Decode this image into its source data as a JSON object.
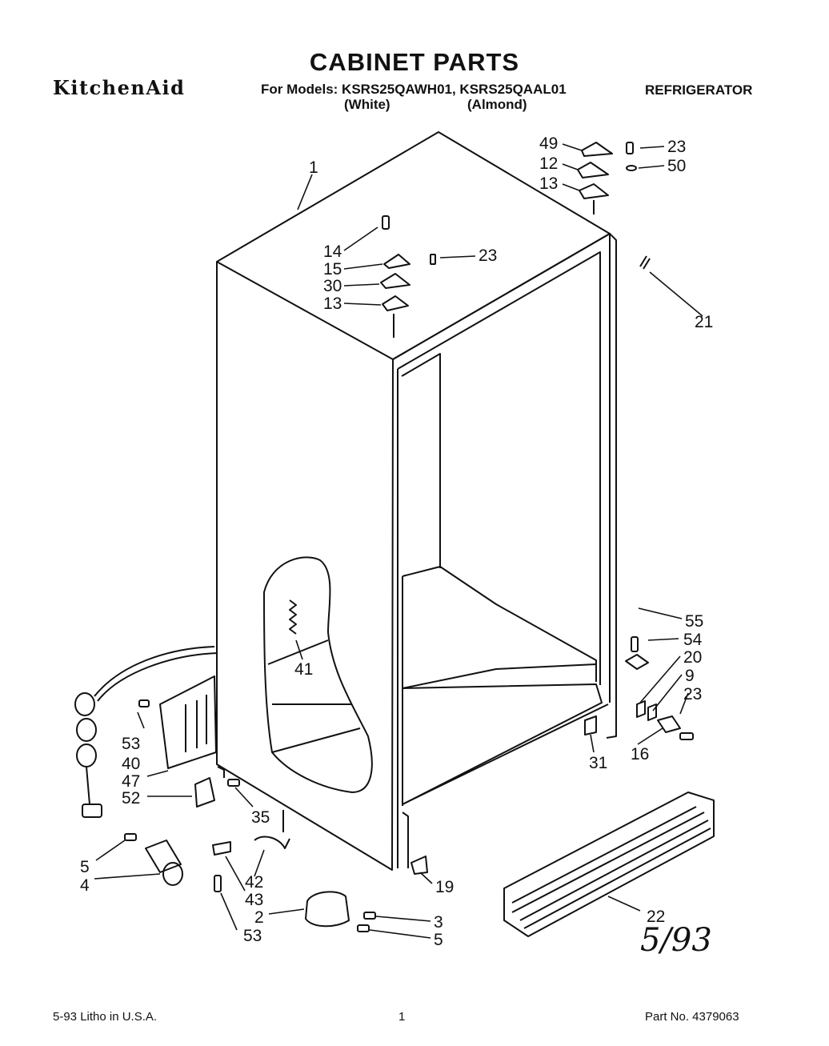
{
  "header": {
    "title": "CABINET PARTS",
    "brand": "KitchenAid",
    "models_line": "For Models: KSRS25QAWH01, KSRS25QAAL01",
    "color_white": "(White)",
    "color_almond": "(Almond)",
    "appliance": "REFRIGERATOR"
  },
  "handwritten_date": "5/93",
  "footer": {
    "litho": "5-93  Litho in U.S.A.",
    "page_number": "1",
    "part_number": "Part No. 4379063"
  },
  "callouts": [
    "1",
    "49",
    "12",
    "13",
    "23",
    "50",
    "14",
    "15",
    "30",
    "13",
    "23",
    "21",
    "55",
    "54",
    "20",
    "9",
    "23",
    "16",
    "31",
    "41",
    "53",
    "40",
    "47",
    "52",
    "35",
    "5",
    "4",
    "42",
    "43",
    "53",
    "2",
    "3",
    "5",
    "19",
    "22"
  ]
}
